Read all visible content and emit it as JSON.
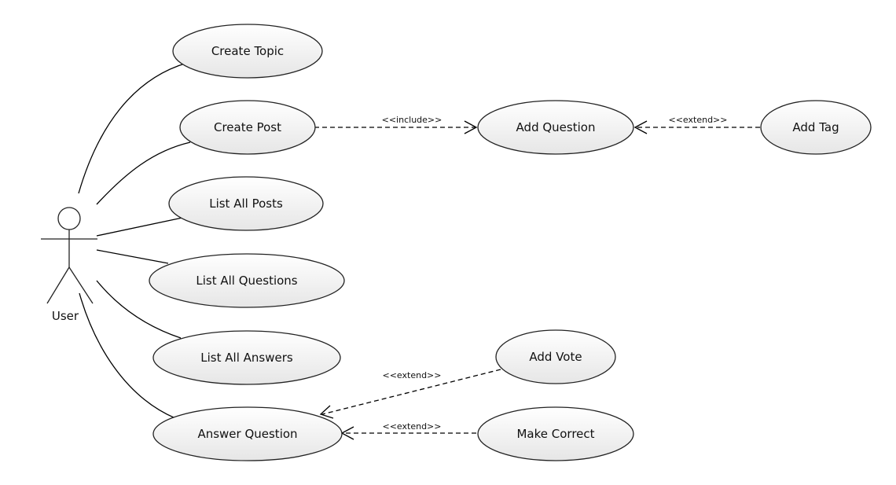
{
  "actor": {
    "name": "User"
  },
  "use_cases": {
    "create_topic": "Create Topic",
    "create_post": "Create Post",
    "list_all_posts": "List All Posts",
    "list_all_questions": "List All Questions",
    "list_all_answers": "List All Answers",
    "answer_question": "Answer Question",
    "add_question": "Add Question",
    "add_tag": "Add Tag",
    "add_vote": "Add Vote",
    "make_correct": "Make Correct"
  },
  "relations": {
    "post_includes_question": "<<include>>",
    "tag_extends_question": "<<extend>>",
    "vote_extends_answer": "<<extend>>",
    "correct_extends_answer": "<<extend>>"
  },
  "colors": {
    "ellipse_fill_top": "#ffffff",
    "ellipse_fill_bottom": "#e6e6e6",
    "stroke": "#222222"
  }
}
